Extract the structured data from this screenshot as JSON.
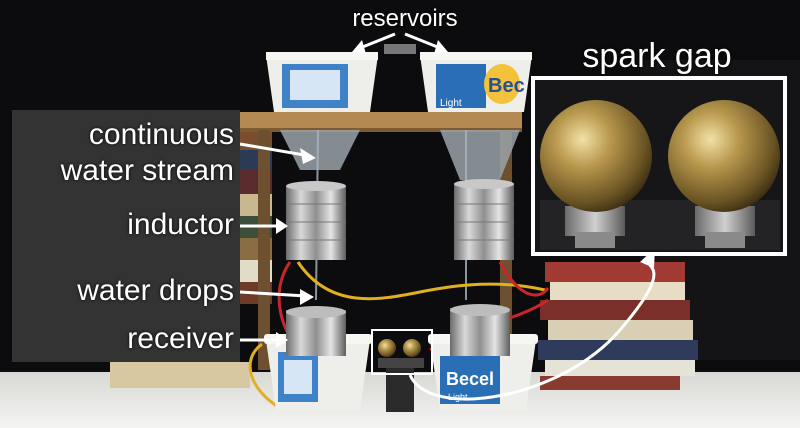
{
  "labels": {
    "reservoirs": "reservoirs",
    "spark_gap": "spark gap",
    "continuous_line1": "continuous",
    "continuous_line2": "water stream",
    "inductor": "inductor",
    "water_drops": "water drops",
    "receiver": "receiver"
  },
  "container_text": {
    "light": "Light",
    "brand_left": "Becel",
    "brand_right": "Bec"
  },
  "colors": {
    "background": "#0c0c0e",
    "shelf_wood": "#b58a52",
    "legend_box": "#333333",
    "copper": "#b08a3e",
    "wire_red": "#c8262c",
    "wire_yellow": "#e0b020",
    "container_white": "#eeeeea",
    "container_blue": "#2a6fb6"
  }
}
